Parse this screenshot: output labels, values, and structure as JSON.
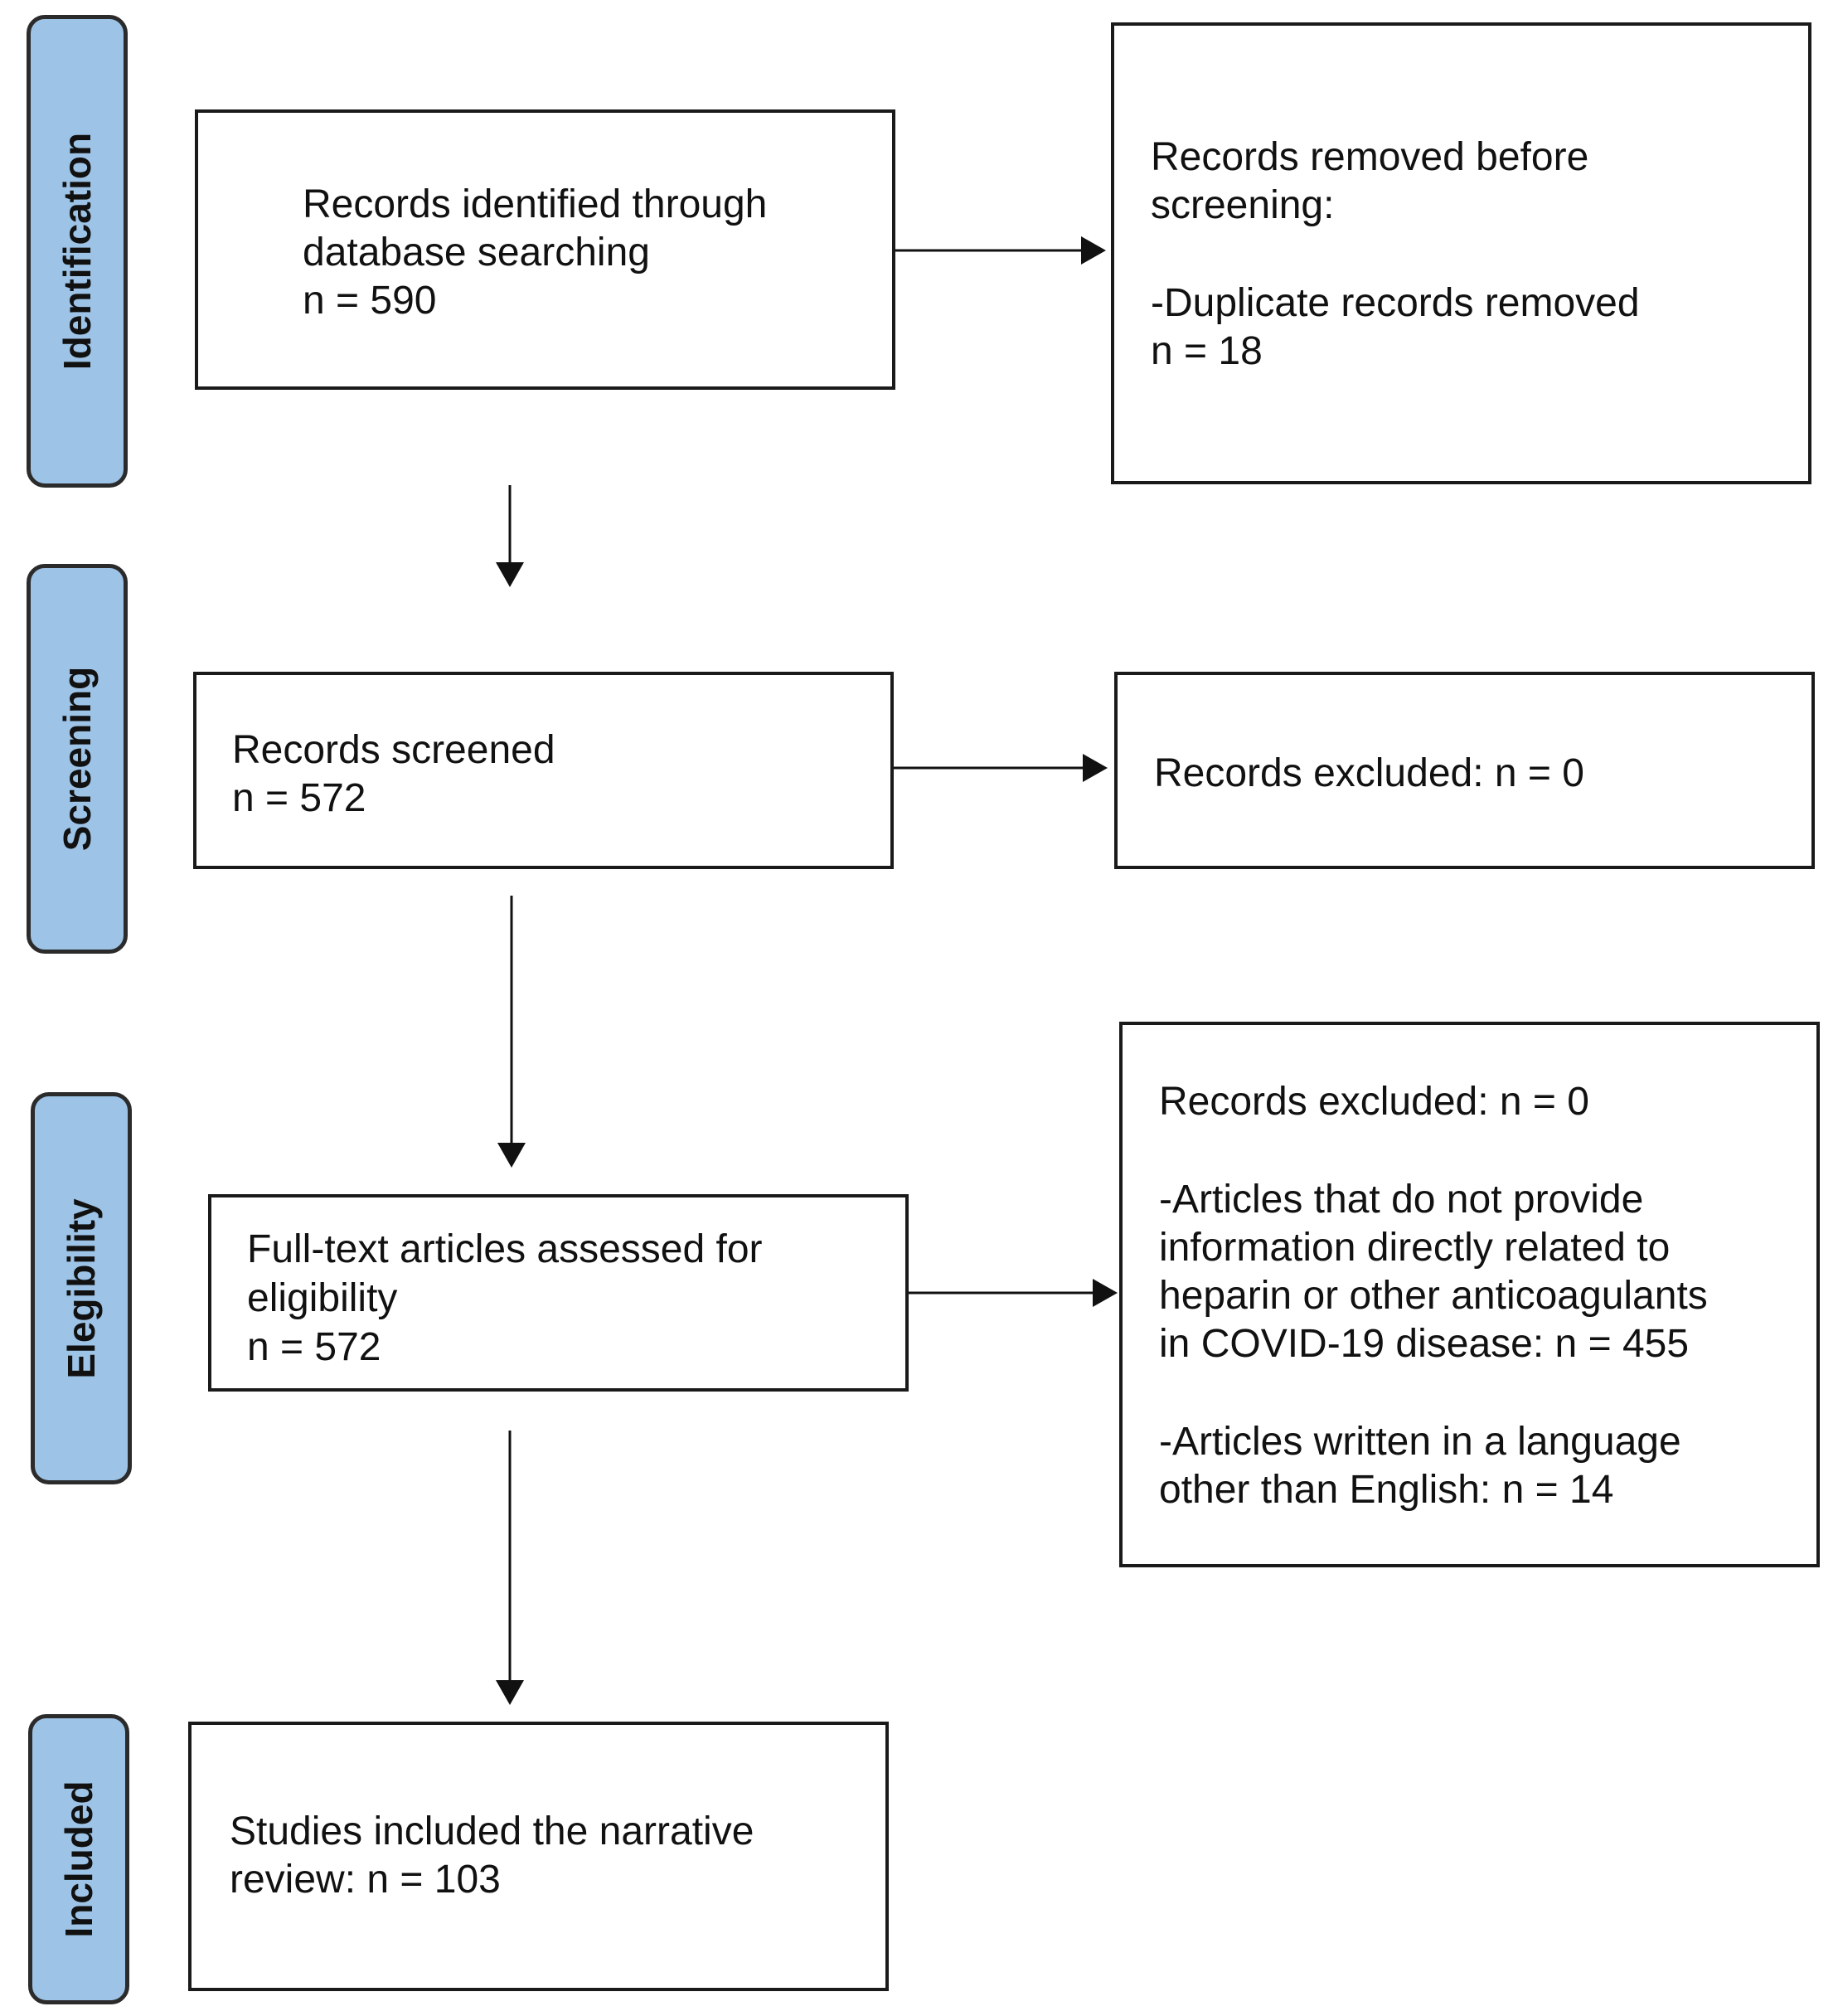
{
  "phases": {
    "identification": "Identification",
    "screening": "Screening",
    "eligibility": "Elegibility",
    "included": "Included"
  },
  "boxes": {
    "identified": {
      "line1": "Records identified through",
      "line2": "database searching",
      "line3": "n = 590"
    },
    "removed_before_screening": {
      "line1": "Records removed before",
      "line2": "screening:",
      "line3": "-Duplicate records removed",
      "line4": " n = 18"
    },
    "screened": {
      "line1": "Records screened",
      "line2": "n = 572"
    },
    "screening_excluded": {
      "line1": "Records excluded: n = 0"
    },
    "fulltext_assessed": {
      "line1": "Full-text articles assessed for",
      "line2": "eligibility",
      "line3": "n = 572"
    },
    "eligibility_excluded": {
      "line1": "Records excluded: n = 0",
      "line2": "-Articles that do not provide",
      "line3": "information directly related to",
      "line4": "heparin or other anticoagulants",
      "line5": "in COVID-19 disease: n = 455",
      "line6": "-Articles written in a language",
      "line7": "other than English: n = 14"
    },
    "included": {
      "line1": "Studies included the narrative",
      "line2": "review: n = 103"
    }
  }
}
